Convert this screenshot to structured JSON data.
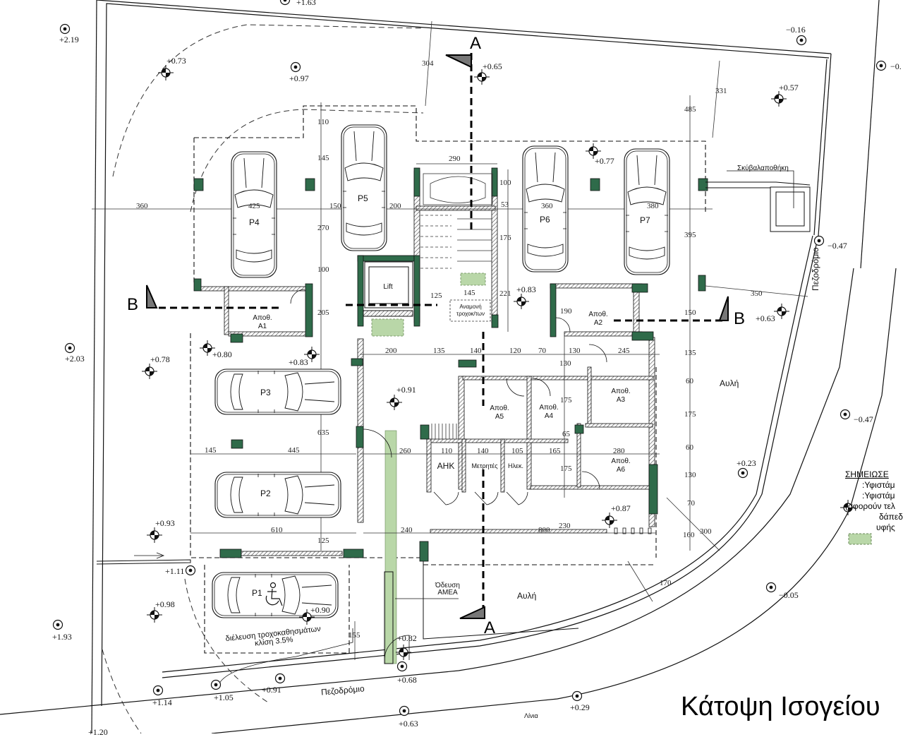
{
  "title": "Κάτοψη Ισογείου",
  "colors": {
    "column_fill": "#2f6b4a",
    "accessible_path": "#b9d7a8",
    "line": "#111111",
    "wall_hatch": "#555555"
  },
  "legend": {
    "heading": "ΣΗΜΕΙΩΣΕ",
    "items": [
      {
        "icon": "existing-level-icon",
        "text": ":Υφιστάμ"
      },
      {
        "icon": "proposed-level-icon",
        "text": ":Υφιστάμ"
      },
      {
        "icon": "",
        "text": "(αφορούν τελ"
      },
      {
        "icon": "green-floor-swatch",
        "text": "δάπεδ"
      },
      {
        "icon": "",
        "text": "υφής"
      }
    ]
  },
  "sections": {
    "a_top": "A",
    "a_bottom": "A",
    "b_left": "B",
    "b_right": "B"
  },
  "parking": [
    "P1",
    "P2",
    "P3",
    "P4",
    "P5",
    "P6",
    "P7"
  ],
  "rooms": {
    "storage_label": "Αποθ.",
    "a1": "A1",
    "a2": "A2",
    "a3": "A3",
    "a4": "A4",
    "a5": "A5",
    "a6": "A6",
    "lift": "Lift",
    "waiting": "Αναμονή τροχοκ/των",
    "ahk": "ΑΗΚ",
    "meters": "Μετρητές",
    "elec": "Ηλεκ."
  },
  "areas": {
    "yard_east": "Αυλή",
    "yard_south": "Αυλή",
    "sidewalk_east": "Πεζοδρόμιο",
    "sidewalk_south": "Πεζοδρόμιο",
    "refuse": "Σκύβαλαποθήκη",
    "accessible_route_line1": "Όδευση",
    "accessible_route_line2": "ΑΜΕΑ",
    "wheelchair_line1": "διέλευση τροχοκαθησμάτων",
    "wheelchair_line2": "κλίση 3.5%",
    "kerb": "Λίνια"
  },
  "levels": {
    "l1": "+1.63",
    "l2": "+2.19",
    "l3": "+0.73",
    "l4": "+0.97",
    "l5": "+0.65",
    "l6": "−0.16",
    "l7": "+0.57",
    "l8": "−0.",
    "l9": "+0.77",
    "l10": "−0.47",
    "l11": "+0.83",
    "l12": "+0.63",
    "l13": "+2.03",
    "l14": "+0.80",
    "l15": "+0.78",
    "l16": "+0.83",
    "l17": "+0.91",
    "l18": "−0.47",
    "l19": "+0.23",
    "l20": "+0.87",
    "l21": "+0.93",
    "l22": "+1.11",
    "l23": "+0.98",
    "l24": "+0.90",
    "l25": "+1.93",
    "l26": "+0.82",
    "l27": "+0.68",
    "l28": "+1.14",
    "l29": "+1.05",
    "l30": "+0.91",
    "l31": "−0.05",
    "l32": "+0.29",
    "l33": "+0.63",
    "l34": "+1.20"
  },
  "dimensions": {
    "d304": "304",
    "d110": "110",
    "d145": "145",
    "d290": "290",
    "d100": "100",
    "d53": "53",
    "d360a": "360",
    "d425": "425",
    "d150a": "150",
    "d200a": "200",
    "d360b": "360",
    "d380": "380",
    "d270": "270",
    "d176": "176",
    "d395": "395",
    "d485": "485",
    "d331": "331",
    "d100b": "100",
    "d125a": "125",
    "d145b": "145",
    "d221": "221",
    "d205": "205",
    "d190": "190",
    "d150b": "150",
    "d350": "350",
    "d200b": "200",
    "d135a": "135",
    "d140a": "140",
    "d120": "120",
    "d70a": "70",
    "d130a": "130",
    "d245": "245",
    "d135b": "135",
    "d130b": "130",
    "d60a": "60",
    "d175a": "175",
    "d175b": "175",
    "d65": "65",
    "d60b": "60",
    "d635": "635",
    "d145c": "145",
    "d445": "445",
    "d260": "260",
    "d110b": "110",
    "d140b": "140",
    "d105": "105",
    "d165": "165",
    "d280": "280",
    "d130c": "130",
    "d175c": "175",
    "d70b": "70",
    "d610": "610",
    "d240": "240",
    "d800": "800",
    "d230": "230",
    "d160": "160",
    "d300": "300",
    "d125b": "125",
    "d170": "170",
    "d155": "155"
  }
}
